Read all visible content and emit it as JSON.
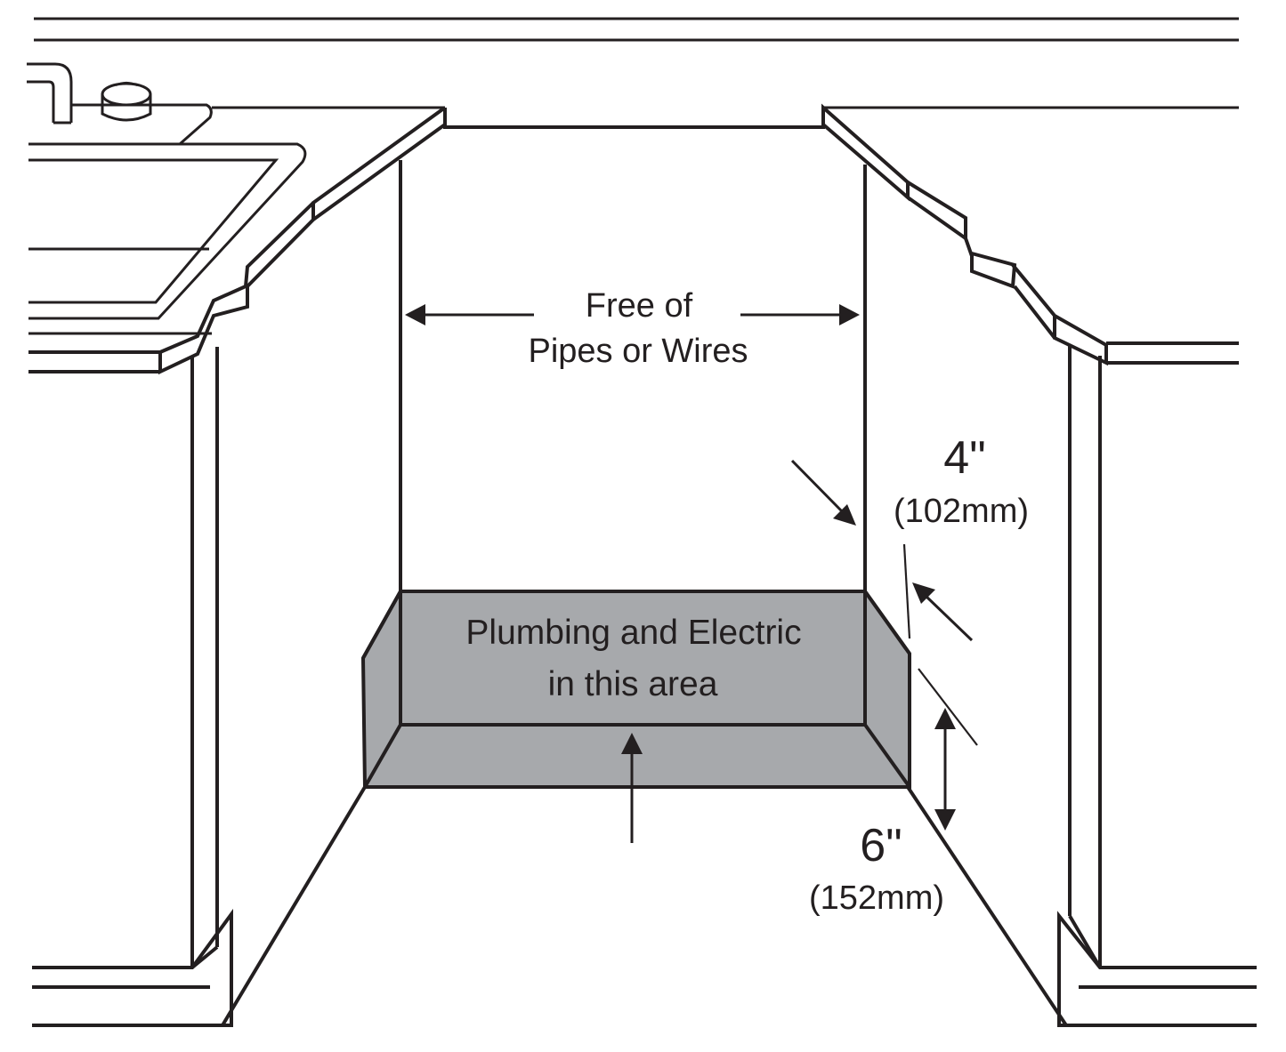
{
  "labels": {
    "clear_zone_line1": "Free of",
    "clear_zone_line2": "Pipes or Wires",
    "utility_zone_line1": "Plumbing and Electric",
    "utility_zone_line2": "in this area",
    "side_depth_value": "4\"",
    "side_depth_metric": "(102mm)",
    "floor_height_value": "6\"",
    "floor_height_metric": "(152mm)"
  },
  "colors": {
    "line": "#231f20",
    "utility_zone_fill": "#a7a9ac",
    "background": "#ffffff"
  }
}
